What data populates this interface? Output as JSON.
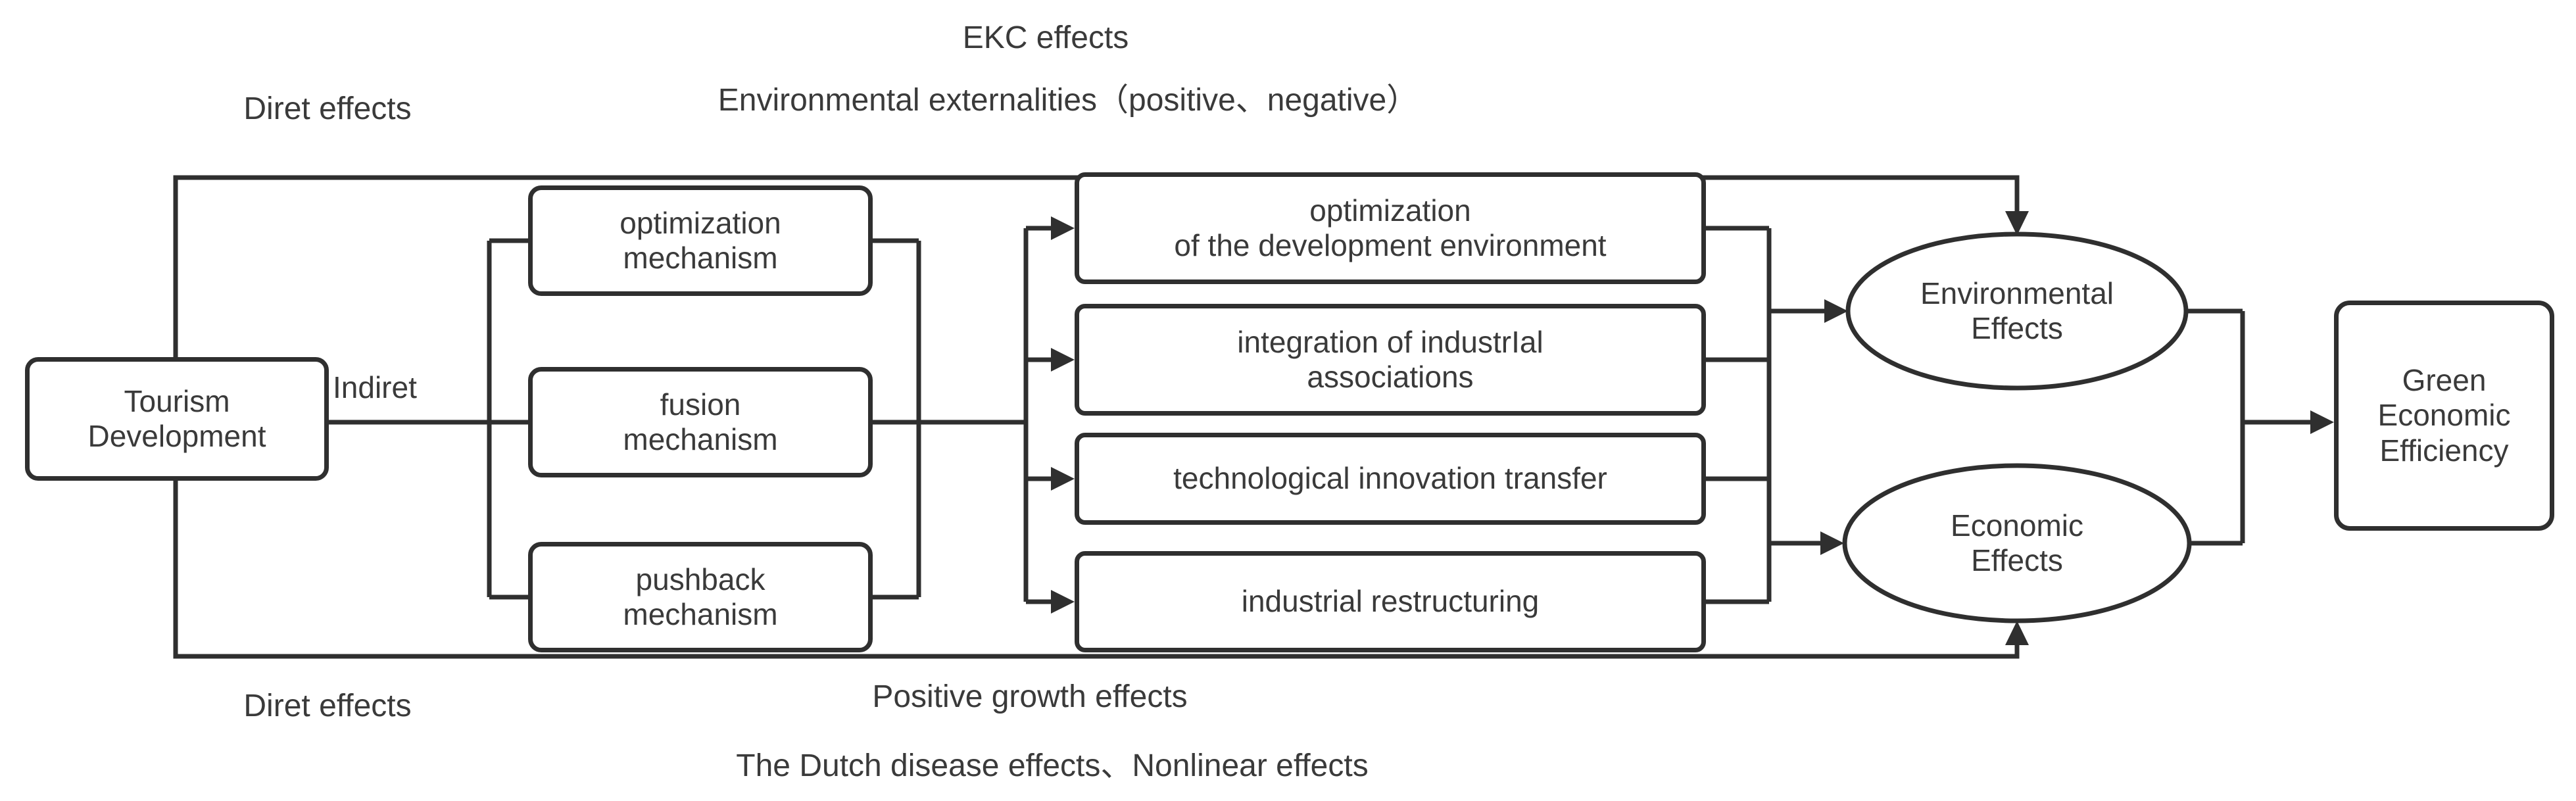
{
  "diagram": {
    "colors": {
      "stroke": "#2f2f2f",
      "text": "#3a3a3a",
      "background": "#ffffff"
    },
    "labels": {
      "ekc": "EKC effects",
      "env_externalities": "Environmental externalities（positive、negative）",
      "diret_top": "Diret effects",
      "indiret": "Indiret",
      "diret_bottom": "Diret effects",
      "positive_growth": "Positive growth effects",
      "dutch_disease": "The Dutch disease effects、Nonlinear effects"
    },
    "nodes": {
      "tourism": {
        "lines": [
          "Tourism",
          "Development"
        ]
      },
      "optimization_mechanism": {
        "lines": [
          "optimization",
          "mechanism"
        ]
      },
      "fusion_mechanism": {
        "lines": [
          "fusion",
          "mechanism"
        ]
      },
      "pushback_mechanism": {
        "lines": [
          "pushback",
          "mechanism"
        ]
      },
      "dev_environment_optimization": {
        "lines": [
          "optimization",
          "of the development environment"
        ]
      },
      "industrial_associations": {
        "lines": [
          "integration of industrIal",
          "associations"
        ]
      },
      "technological_innovation": {
        "lines": [
          "technological innovation transfer"
        ]
      },
      "industrial_restructuring": {
        "lines": [
          "industrial restructuring"
        ]
      },
      "environmental_effects": {
        "lines": [
          "Environmental",
          "Effects"
        ]
      },
      "economic_effects": {
        "lines": [
          "Economic",
          "Effects"
        ]
      },
      "green_economic_efficiency": {
        "lines": [
          "Green",
          "Economic",
          "Efficiency"
        ]
      }
    }
  }
}
